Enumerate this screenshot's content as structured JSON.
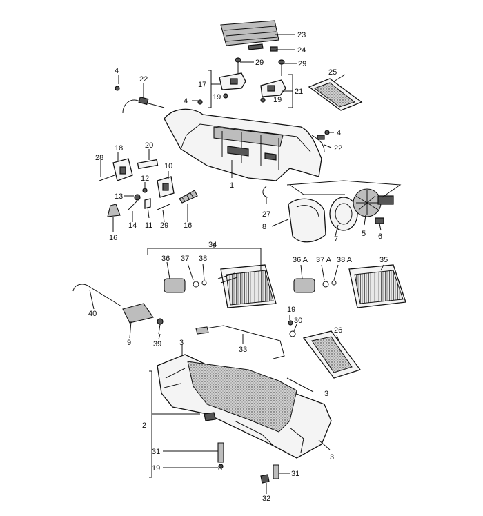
{
  "callouts": {
    "c1": "1",
    "c2": "2",
    "c3a": "3",
    "c3b": "3",
    "c3c": "3",
    "c4a": "4",
    "c4b": "4",
    "c4c": "4",
    "c5": "5",
    "c6": "6",
    "c7": "7",
    "c8": "8",
    "c9": "9",
    "c10": "10",
    "c11": "11",
    "c12": "12",
    "c13": "13",
    "c14": "14",
    "c16a": "16",
    "c16b": "16",
    "c17": "17",
    "c18": "18",
    "c19a": "19",
    "c19b": "19",
    "c19c": "19",
    "c19d": "19",
    "c20": "20",
    "c21": "21",
    "c22a": "22",
    "c22b": "22",
    "c23": "23",
    "c24": "24",
    "c25": "25",
    "c26": "26",
    "c27": "27",
    "c28": "28",
    "c29a": "29",
    "c29b": "29",
    "c29c": "29",
    "c30": "30",
    "c31a": "31",
    "c31b": "31",
    "c32": "32",
    "c33": "33",
    "c34": "34",
    "c35": "35",
    "c36": "36",
    "c36A": "36 A",
    "c37": "37",
    "c37A": "37 A",
    "c38": "38",
    "c38A": "38 A",
    "c39": "39",
    "c40": "40"
  }
}
